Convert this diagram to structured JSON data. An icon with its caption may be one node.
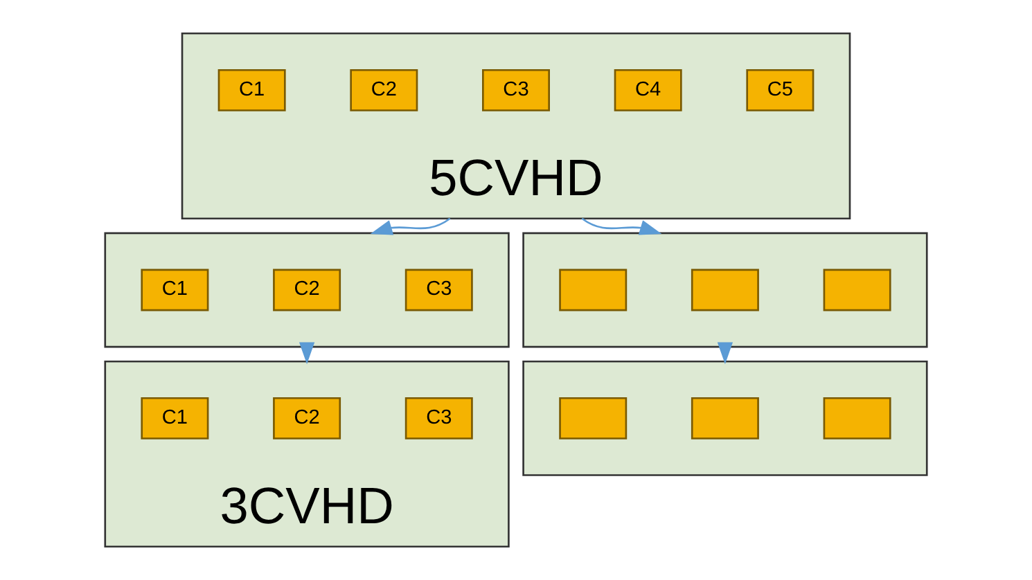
{
  "diagram": {
    "nodes": [
      {
        "text": [
          "5CVHD"
        ]
      },
      {
        "text": [
          "C1"
        ],
        "in": 0
      },
      {
        "text": [
          "C2"
        ],
        "in": 0
      },
      {
        "text": [
          "C3"
        ],
        "in": 0
      },
      {
        "text": [
          "C4"
        ],
        "in": 0
      },
      {
        "text": [
          "C5"
        ],
        "in": 0
      },
      {
        "text": [],
        "shape": "box"
      },
      {
        "text": [
          "C1"
        ],
        "in": 6
      },
      {
        "text": [
          "C2"
        ],
        "in": 6
      },
      {
        "text": [
          "C3"
        ],
        "in": 6
      },
      {
        "text": [],
        "shape": "box"
      },
      {
        "text": [],
        "shape": "box",
        "in": 10
      },
      {
        "text": [],
        "shape": "box",
        "in": 10
      },
      {
        "text": [],
        "shape": "box",
        "in": 10
      },
      {
        "text": [
          "3CVHD"
        ]
      },
      {
        "text": [
          "C1"
        ],
        "in": 14
      },
      {
        "text": [
          "C2"
        ],
        "in": 14
      },
      {
        "text": [
          "C3"
        ],
        "in": 14
      },
      {
        "text": [],
        "shape": "box"
      },
      {
        "text": [],
        "shape": "box",
        "in": 18
      },
      {
        "text": [],
        "shape": "box",
        "in": 18
      },
      {
        "text": [],
        "shape": "box",
        "in": 18
      }
    ],
    "edges": [
      {
        "from": 0,
        "to": 6,
        "arrow": "to"
      },
      {
        "from": 0,
        "to": 10,
        "arrow": "to"
      },
      {
        "from": 6,
        "to": 14,
        "arrow": "to"
      },
      {
        "from": 10,
        "to": 18,
        "arrow": "to"
      }
    ]
  }
}
